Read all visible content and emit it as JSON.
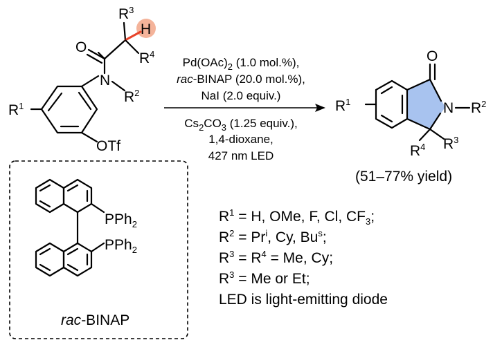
{
  "reactant": {
    "oxygen": "O",
    "nitrogen": "N",
    "hydrogen": "H",
    "r1": "R",
    "r1_sup": "1",
    "r2": "R",
    "r2_sup": "2",
    "r3": "R",
    "r3_sup": "3",
    "r4": "R",
    "r4_sup": "4",
    "otf": "OTf"
  },
  "conditions": {
    "above": [
      {
        "pre": "",
        "italic": "",
        "main": "Pd(OAc)",
        "sub": "2",
        "post": " (1.0 mol.%),"
      },
      {
        "pre": "",
        "italic": "rac",
        "main": "-BINAP (20.0 mol.%),",
        "sub": "",
        "post": ""
      },
      {
        "pre": "",
        "italic": "",
        "main": "NaI (2.0 equiv.)",
        "sub": "",
        "post": ""
      }
    ],
    "below": [
      {
        "pre": "Cs",
        "italic": "",
        "main": "",
        "sub": "2",
        "post": "CO3 (1.25 equiv.),"
      },
      {
        "pre": "",
        "italic": "",
        "main": "1,4-dioxane,",
        "sub": "",
        "post": ""
      },
      {
        "pre": "",
        "italic": "",
        "main": "427 nm LED",
        "sub": "",
        "post": ""
      }
    ]
  },
  "product": {
    "oxygen": "O",
    "nitrogen": "N",
    "r1": "R",
    "r1_sup": "1",
    "r2": "R",
    "r2_sup": "2",
    "r3": "R",
    "r3_sup": "3",
    "r4": "R",
    "r4_sup": "4",
    "yield": "(51–77% yield)"
  },
  "binap": {
    "pph2_top": "PPh",
    "pph2_bottom": "PPh",
    "sub2": "2",
    "name_italic": "rac",
    "name_rest": "-BINAP"
  },
  "legend": [
    {
      "r": "R",
      "sup": "1",
      "text": " = H, OMe, F, Cl, CF",
      "sub": "3",
      "tail": ";"
    },
    {
      "r": "R",
      "sup": "2",
      "text": " = Pr",
      "sup2": "i",
      "text2": ", Cy, Bu",
      "sup3": "s",
      "text3": ";"
    },
    {
      "r": "R",
      "sup": "3",
      "text": " = R",
      "sup2": "4",
      "text2": " = Me, Cy;"
    },
    {
      "r": "R",
      "sup": "3",
      "text": " = Me or Et;"
    },
    {
      "text": "LED is light-emitting diode"
    }
  ],
  "colors": {
    "highlight_circle": "#f4b39a",
    "highlight_bond": "#e8432a",
    "new_ring_fill": "#a8c3ef"
  }
}
